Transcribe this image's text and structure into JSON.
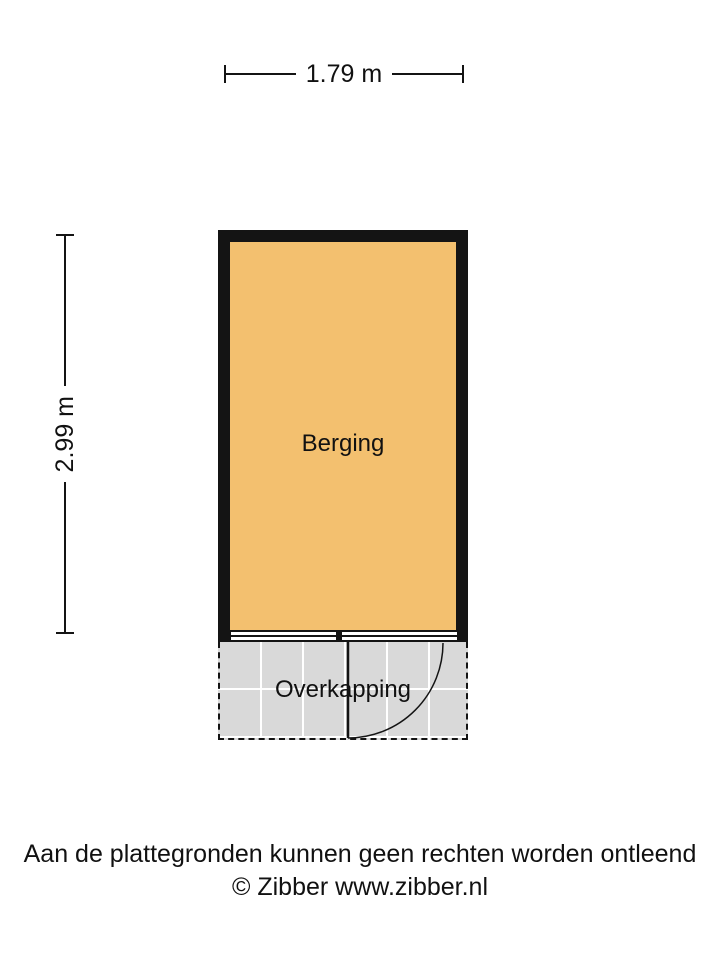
{
  "dimensions": {
    "width": "1.79 m",
    "height": "2.99 m"
  },
  "rooms": {
    "berging": {
      "label": "Berging",
      "fill": "#f3c06f"
    },
    "overkapping": {
      "label": "Overkapping",
      "fill": "#d9d9d9"
    }
  },
  "footer": {
    "disclaimer": "Aan de plattegronden kunnen geen rechten worden ontleend",
    "copyright": "© Zibber www.zibber.nl"
  },
  "colors": {
    "wall": "#141414",
    "room_fill": "#f3c06f",
    "canopy_fill": "#d9d9d9",
    "background": "#ffffff"
  }
}
